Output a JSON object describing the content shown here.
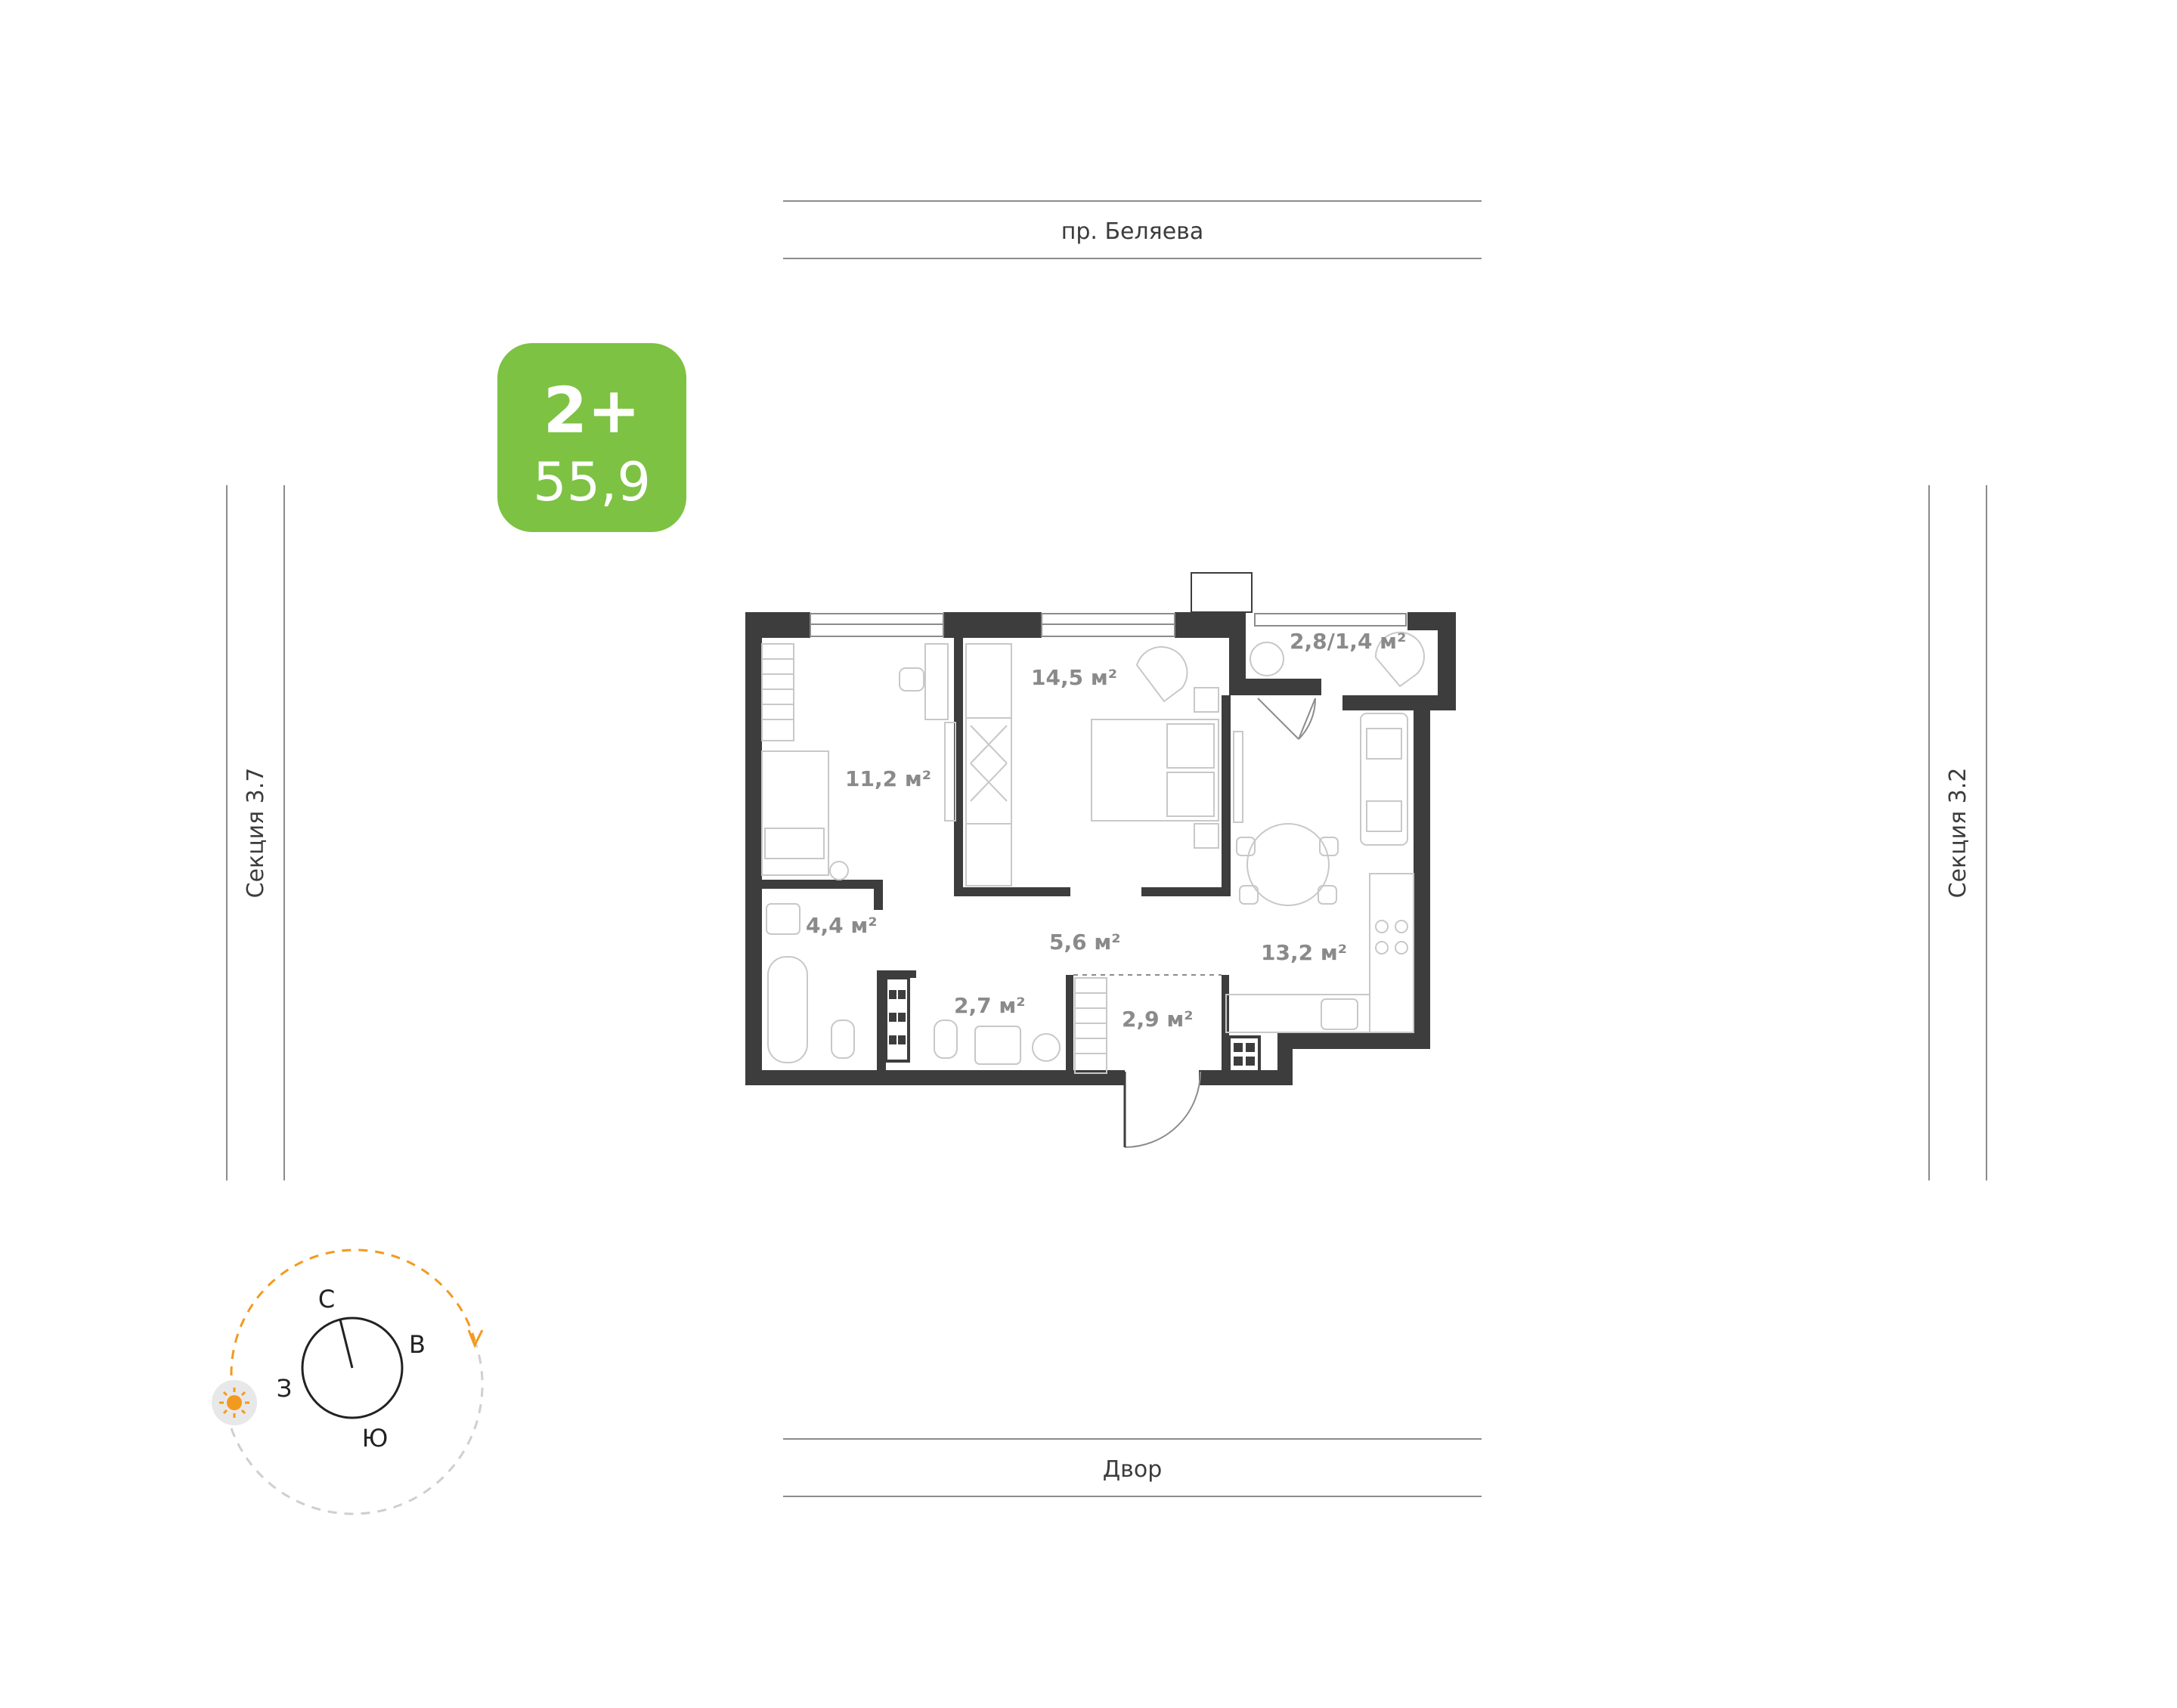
{
  "badge": {
    "type": "2+",
    "area": "55,9",
    "color": "#7dc243"
  },
  "streets": {
    "top": "пр. Беляева",
    "bottom": "Двор",
    "left": "Секция 3.7",
    "right": "Секция 3.2"
  },
  "rooms": [
    {
      "id": "bedroom-small",
      "label": "11,2 м²"
    },
    {
      "id": "bedroom-large",
      "label": "14,5 м²"
    },
    {
      "id": "balcony",
      "label": "2,8/1,4 м²"
    },
    {
      "id": "bathroom",
      "label": "4,4 м²"
    },
    {
      "id": "hallway",
      "label": "5,6 м²"
    },
    {
      "id": "kitchen-living",
      "label": "13,2 м²"
    },
    {
      "id": "toilet",
      "label": "2,7 м²"
    },
    {
      "id": "entrance",
      "label": "2,9 м²"
    }
  ],
  "compass": {
    "north": "С",
    "east": "В",
    "south": "Ю",
    "west": "З",
    "sun_icon": "sun-icon",
    "accent_color": "#f29a1f"
  },
  "colors": {
    "wall": "#3d3d3d",
    "furniture": "#c8c8c8",
    "lines": "#8c8c8c"
  }
}
